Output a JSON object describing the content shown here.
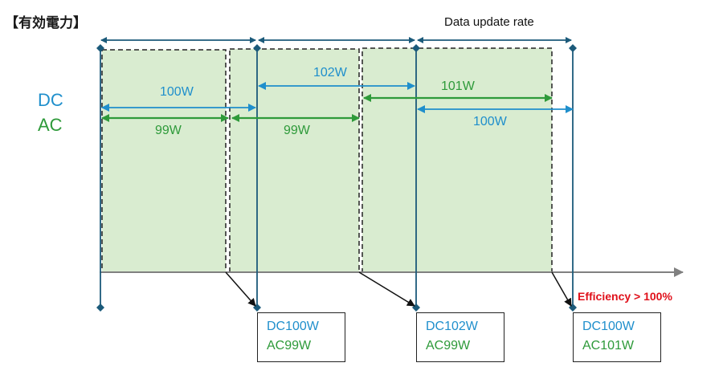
{
  "title": "【有効電力】",
  "update_rate_label": "Data update rate",
  "legend": {
    "dc": "DC",
    "ac": "AC"
  },
  "colors": {
    "dc": "#1f8fcc",
    "ac": "#2e9a3a",
    "sample_line": "#1b5a7a",
    "window_fill": "#d9ecd0",
    "alert": "#e0101a",
    "axis": "#808080"
  },
  "dc_intervals": [
    {
      "label": "100W"
    },
    {
      "label": "102W"
    },
    {
      "label": "100W"
    }
  ],
  "ac_intervals": [
    {
      "label": "99W"
    },
    {
      "label": "99W"
    },
    {
      "label": "101W"
    }
  ],
  "readings": [
    {
      "dc": "DC100W",
      "ac": "AC99W"
    },
    {
      "dc": "DC102W",
      "ac": "AC99W"
    },
    {
      "dc": "DC100W",
      "ac": "AC101W"
    }
  ],
  "alert": "Efficiency > 100%"
}
